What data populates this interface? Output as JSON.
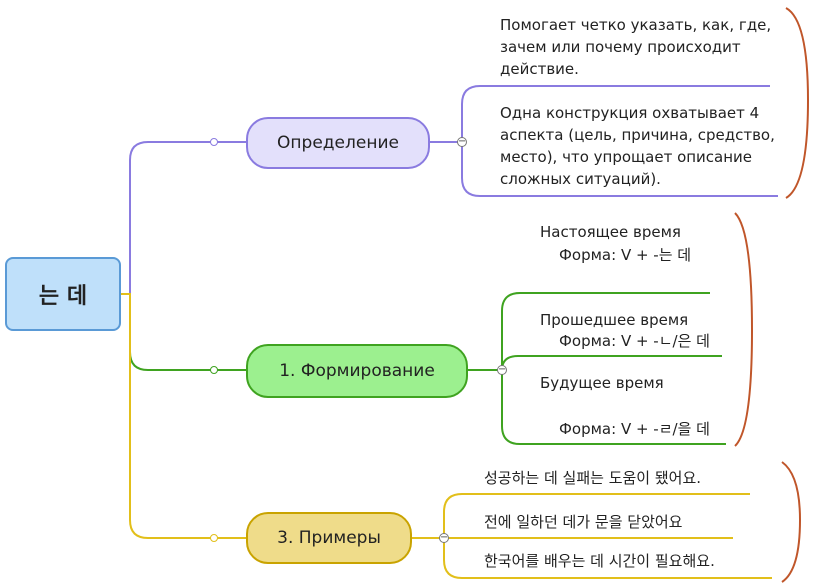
{
  "root": {
    "label": "는 데"
  },
  "branches": {
    "definition": {
      "label": "Определение",
      "notes": [
        [
          "Помогает четко указать, как, где,",
          "зачем или почему происходит",
          "действие."
        ],
        [
          "Одна конструкция охватывает 4",
          "аспекта (цель, причина, средство,",
          "место), что упрощает описание",
          "сложных ситуаций)."
        ]
      ]
    },
    "formation": {
      "label": "1. Формирование",
      "items": [
        {
          "title": "Настоящее время",
          "form": "Форма: V + -는 데"
        },
        {
          "title": "Прошедшее время",
          "form": "Форма: V + -ㄴ/은 데"
        },
        {
          "title": "Будущее время",
          "form": "Форма: V + -ㄹ/을 데"
        }
      ]
    },
    "examples": {
      "label": "3. Примеры",
      "items": [
        "성공하는 데 실패는 도움이 됐어요.",
        "전에 일하던 데가 문을 닫았어요",
        "한국어를 배우는 데 시간이 필요해요."
      ]
    }
  },
  "colors": {
    "purple": "#8a7be0",
    "green": "#3fa320",
    "yellow": "#e2bf1a",
    "bracket": "#c0562a"
  }
}
